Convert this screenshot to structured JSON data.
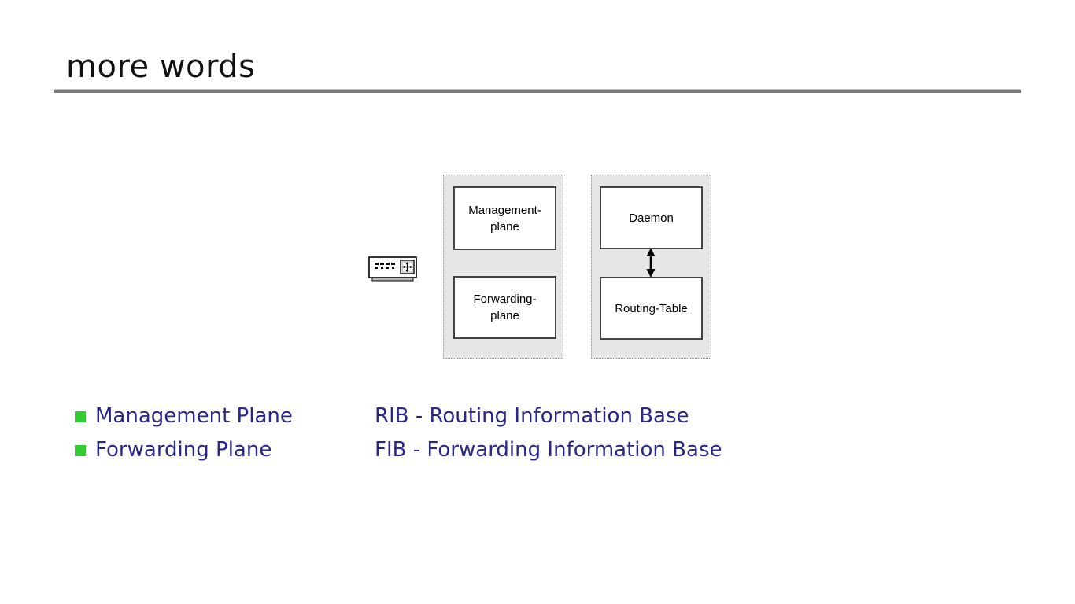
{
  "slide": {
    "title": "more words"
  },
  "diagram": {
    "left_panel": {
      "boxes": [
        {
          "line1": "Management-",
          "line2": "plane"
        },
        {
          "line1": "Forwarding-",
          "line2": "plane"
        }
      ]
    },
    "right_panel": {
      "boxes": [
        {
          "label": "Daemon"
        },
        {
          "label": "Routing-Table"
        }
      ],
      "connector": "vertical-double-arrow-icon"
    },
    "icons": {
      "router": "router-device-icon"
    }
  },
  "bullets": [
    {
      "label": "Management Plane"
    },
    {
      "label": "Forwarding Plane"
    }
  ],
  "definitions": [
    {
      "label": "RIB - Routing Information Base"
    },
    {
      "label": "FIB - Forwarding Information Base"
    }
  ],
  "colors": {
    "title_black": "#111111",
    "text_navy": "#27278C",
    "bullet_green": "#33CC33",
    "panel_fill": "#E6E6E6",
    "panel_border": "#8C8C8C",
    "box_border": "#444444",
    "rule_light": "#C9C9C9",
    "rule_dark": "#7A7A7A"
  }
}
